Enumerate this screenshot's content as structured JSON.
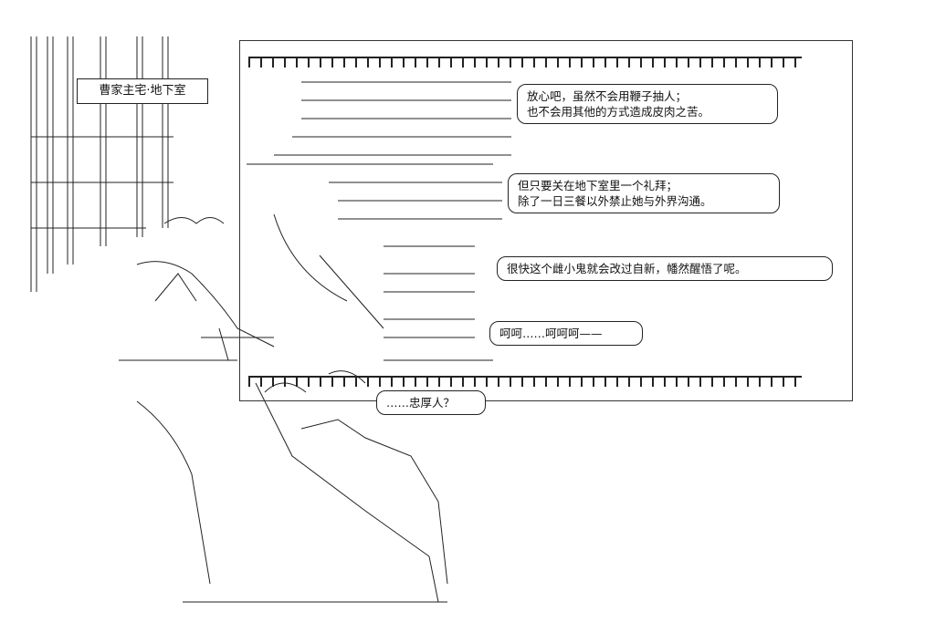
{
  "caption": "曹家主宅·地下室",
  "bubbles": [
    {
      "lines": [
        "放心吧，虽然不会用鞭子抽人；",
        "也不会用其他的方式造成皮肉之苦。"
      ]
    },
    {
      "lines": [
        "但只要关在地下室里一个礼拜；",
        "除了一日三餐以外禁止她与外界沟通。"
      ]
    },
    {
      "lines": [
        "很快这个雌小鬼就会改过自新，幡然醒悟了呢。"
      ]
    },
    {
      "lines": [
        "呵呵……呵呵呵——"
      ]
    },
    {
      "lines": [
        "……忠厚人？"
      ]
    }
  ]
}
